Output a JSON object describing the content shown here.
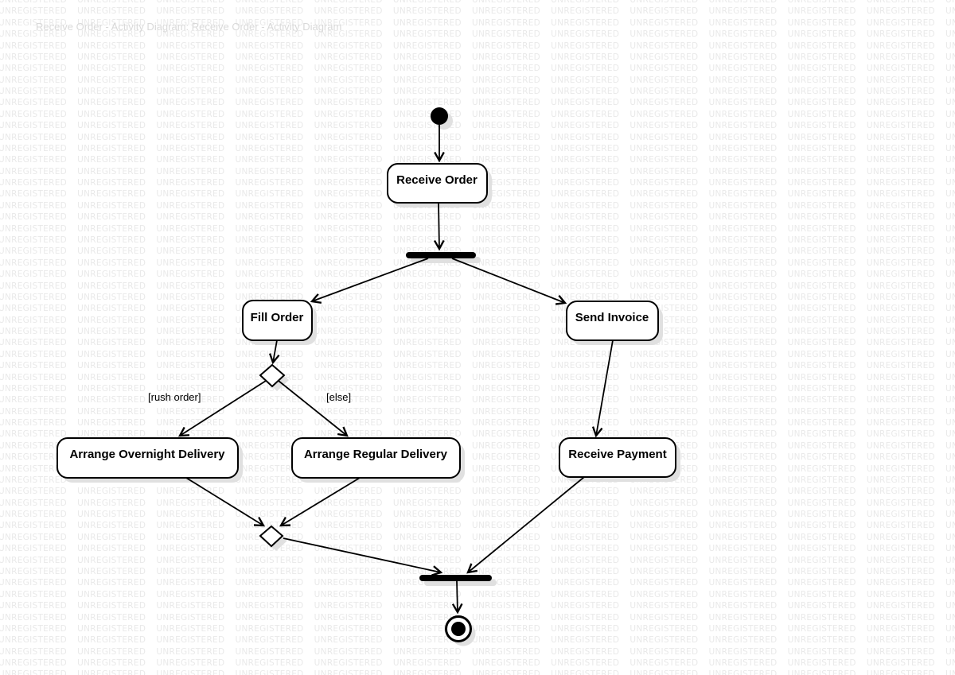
{
  "watermark": {
    "text": "UNREGISTERED",
    "color": "#e9e9e9"
  },
  "title": "Receive Order - Activity Diagram: Receive Order - Activity Diagram",
  "diagram": {
    "nodes": {
      "receive_order": "Receive Order",
      "fill_order": "Fill Order",
      "send_invoice": "Send Invoice",
      "arrange_overnight": "Arrange Overnight Delivery",
      "arrange_regular": "Arrange Regular Delivery",
      "receive_payment": "Receive Payment"
    },
    "edge_labels": {
      "rush_order": "[rush order]",
      "else_branch": "[else]"
    },
    "symbols": {
      "start": "initial-node",
      "fork": "fork-bar",
      "decision": "decision-diamond",
      "merge": "merge-diamond",
      "join": "join-bar",
      "end": "final-node"
    },
    "colors": {
      "node_fill": "#ffffff",
      "stroke": "#000000",
      "shadow": "#e0e0e0"
    }
  }
}
